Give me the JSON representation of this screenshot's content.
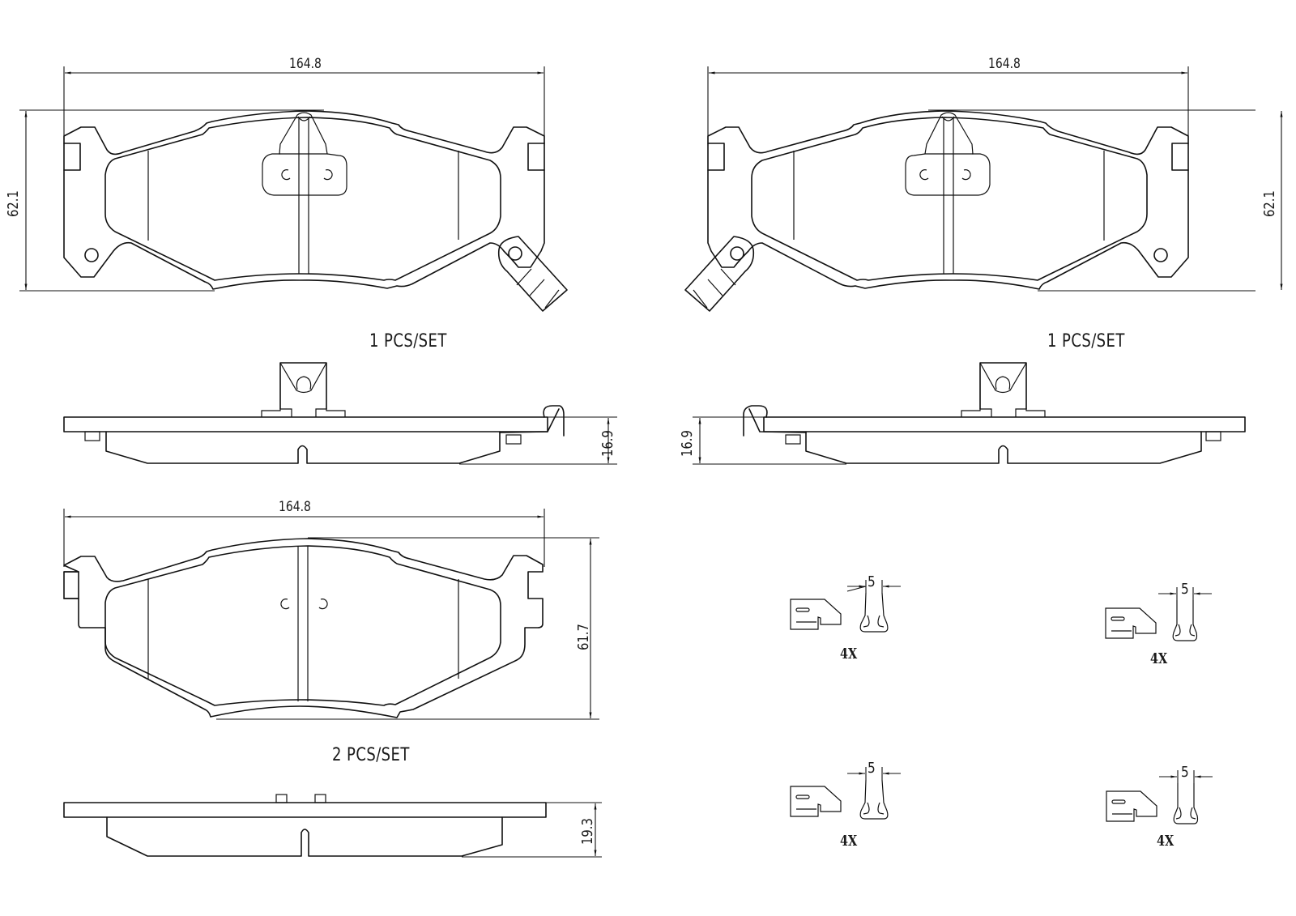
{
  "drawing": {
    "title": "Brake pad set technical drawing",
    "colors": {
      "line": "#111111",
      "background": "#ffffff"
    },
    "views": {
      "pad_left_front": {
        "width_dim": "164.8",
        "height_dim": "62.1",
        "qty_label": "1   PCS/SET",
        "thickness_dim": "16.9",
        "features": [
          "wear-sensor-clip",
          "mounting-tab",
          "center-groove"
        ]
      },
      "pad_right_front": {
        "width_dim": "164.8",
        "height_dim": "62.1",
        "qty_label": "1   PCS/SET",
        "thickness_dim": "16.9",
        "features": [
          "wear-sensor-clip",
          "mounting-tab",
          "center-groove"
        ]
      },
      "pad_outer": {
        "width_dim": "164.8",
        "height_dim": "61.7",
        "qty_label": "2   PCS/SET",
        "thickness_dim": "19.3",
        "features": [
          "center-groove",
          "locating-pins"
        ]
      }
    },
    "hardware_clips": [
      {
        "gap_dim": "5",
        "qty": "4X"
      },
      {
        "gap_dim": "5",
        "qty": "4X"
      },
      {
        "gap_dim": "5",
        "qty": "4X"
      },
      {
        "gap_dim": "5",
        "qty": "4X"
      }
    ]
  }
}
